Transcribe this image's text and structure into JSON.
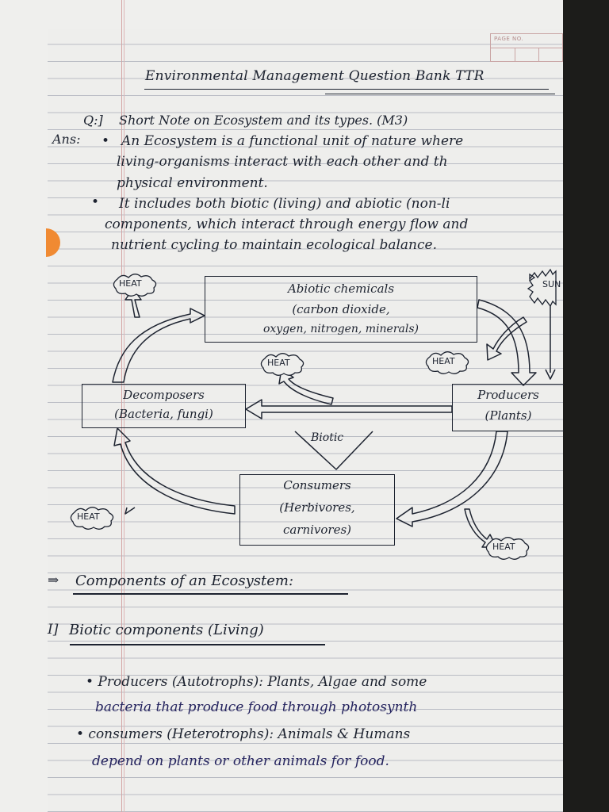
{
  "page_number_label": "PAGE NO.",
  "title": "Environmental Management Question Bank TTR",
  "question": {
    "label": "Q:]",
    "text": "Short Note on Ecosystem and its types. (M3)"
  },
  "answer": {
    "label": "Ans:",
    "bullet_marker": "•",
    "bullet1_lines": [
      "An Ecosystem is a functional unit of nature where",
      "living-organisms interact with each other and th",
      "physical environment."
    ],
    "bullet2_lines": [
      "It includes both biotic (living) and abiotic (non-li",
      "components, which interact through energy flow and",
      "nutrient cycling to maintain ecological balance."
    ]
  },
  "diagram": {
    "abiotic_box_lines": [
      "Abiotic chemicals",
      "(carbon dioxide,",
      "oxygen, nitrogen, minerals)"
    ],
    "decomposers_box_lines": [
      "Decomposers",
      "(Bacteria, fungi)"
    ],
    "producers_box_lines": [
      "Producers",
      "(Plants)"
    ],
    "consumers_box_lines": [
      "Consumers",
      "(Herbivores,",
      "carnivores)"
    ],
    "biotic_label": "Biotic",
    "heat_label": "HEAT",
    "sun_label": "SUN"
  },
  "components": {
    "arrow": "⇒",
    "heading": "Components of an Ecosystem:",
    "biotic_marker": "I]",
    "biotic_heading": "Biotic components (Living)",
    "items": [
      {
        "text_lines": [
          "• Producers (Autotrophs): Plants, Algae and some",
          "bacteria that produce food through photosynth"
        ]
      },
      {
        "text_lines": [
          "• consumers (Heterotrophs): Animals & Humans",
          "depend on plants or other animals for food."
        ]
      }
    ]
  },
  "colors": {
    "ink": "#1d2330",
    "blue_ink": "#24235e",
    "paper": "#eeeeec",
    "rule": "#b9bcc4",
    "margin": "#d4a4a4"
  }
}
